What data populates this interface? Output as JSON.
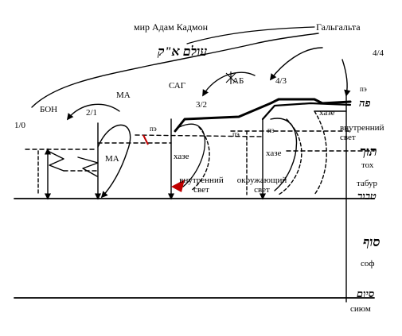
{
  "labels": {
    "title": "мир Адам  Кадмон",
    "title_hebrew": "עולם א\"ק",
    "galgalta": "Гальгальта",
    "galgalta_formula": "4/4",
    "bon": "БОН",
    "bon_ratio": "1/0",
    "ma_top": "МА",
    "ma_ratio": "2/1",
    "ma_bottom": "МА",
    "sag": "САГ",
    "sag_ratio": "3/2",
    "ab": "АБ",
    "ab_ratio": "4/3",
    "pe_1": "пэ",
    "pe_2": "пэ",
    "pe_3": "пэ",
    "pe_right": "пэ",
    "haze_1": "хазе",
    "haze_2": "хазе",
    "haze_3": "хазе",
    "inner_light": "внутренний свет",
    "surrounding_light": "окружающий свет",
    "inner_light_right": "внутренний свет",
    "toh": "тох",
    "tabur": "табур",
    "sof": "соф",
    "sium": "сиюм",
    "heb_tabur": "טבור",
    "heb_toh": "תוך",
    "heb_sof": "סוף",
    "heb_sium": "סיום",
    "heb_pe": "פה"
  }
}
